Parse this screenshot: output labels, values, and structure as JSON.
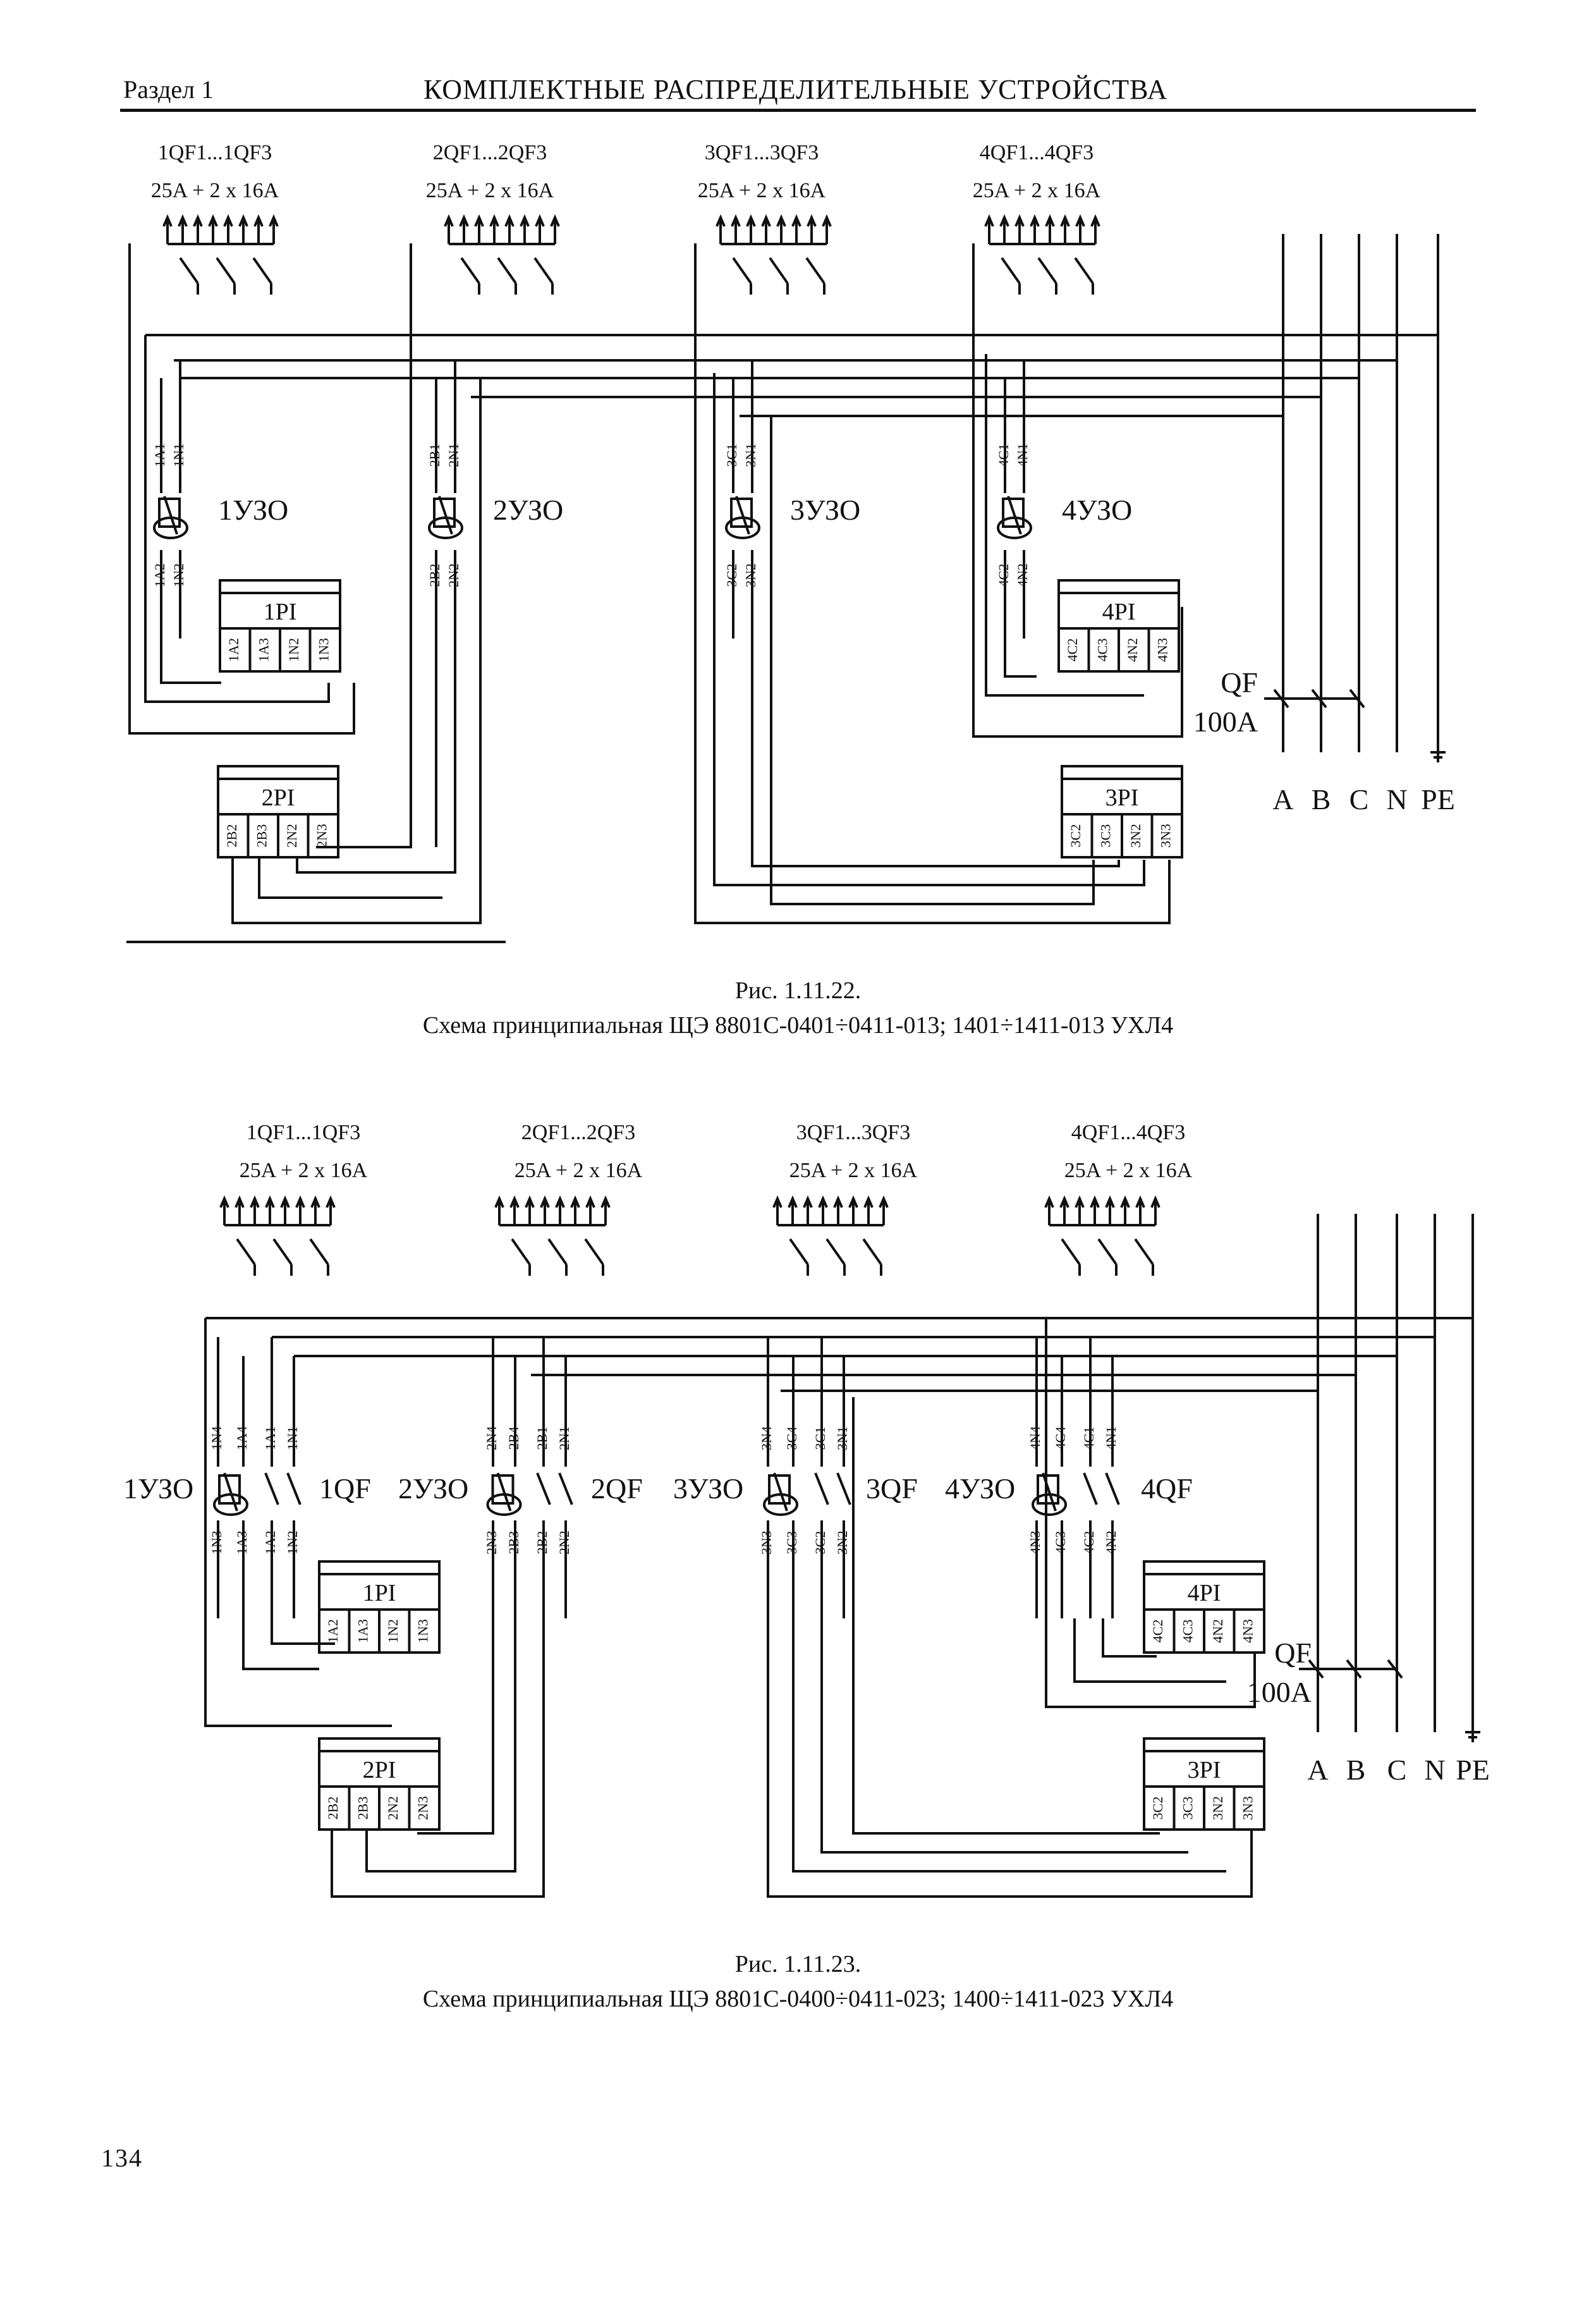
{
  "header": {
    "section": "Раздел 1",
    "title": "КОМПЛЕКТНЫЕ РАСПРЕДЕЛИТЕЛЬНЫЕ УСТРОЙСТВА"
  },
  "figure1": {
    "groups": [
      {
        "breakers": "1QF1...1QF3",
        "rating": "25A + 2 x 16A",
        "rcd": "1УЗО",
        "pi": "1PI",
        "wires": [
          "1A1",
          "1N1"
        ],
        "rcd_out": [
          "1A2",
          "1N2"
        ],
        "pi_terms": [
          "1A2",
          "1A3",
          "1N2",
          "1N3"
        ]
      },
      {
        "breakers": "2QF1...2QF3",
        "rating": "25A + 2 x 16A",
        "rcd": "2УЗО",
        "pi": "2PI",
        "wires": [
          "2B1",
          "2N1"
        ],
        "rcd_out": [
          "2B2",
          "2N2"
        ],
        "pi_terms": [
          "2B2",
          "2B3",
          "2N2",
          "2N3"
        ]
      },
      {
        "breakers": "3QF1...3QF3",
        "rating": "25A + 2 x 16A",
        "rcd": "3УЗО",
        "pi": "3PI",
        "wires": [
          "3C1",
          "3N1"
        ],
        "rcd_out": [
          "3C2",
          "3N2"
        ],
        "pi_terms": [
          "3C2",
          "3C3",
          "3N2",
          "3N3"
        ]
      },
      {
        "breakers": "4QF1...4QF3",
        "rating": "25A + 2 x 16A",
        "rcd": "4УЗО",
        "pi": "4PI",
        "wires": [
          "4C1",
          "4N1"
        ],
        "rcd_out": [
          "4C2",
          "4N2"
        ],
        "pi_terms": [
          "4C2",
          "4C3",
          "4N2",
          "4N3"
        ]
      }
    ],
    "main_breaker": "QF",
    "main_rating": "100A",
    "bus": [
      "A",
      "B",
      "C",
      "N",
      "PE"
    ],
    "caption_num": "Рис. 1.11.22.",
    "caption_text": "Схема принципиальная ЩЭ 8801С-0401÷0411-013; 1401÷1411-013 УХЛ4"
  },
  "figure2": {
    "groups": [
      {
        "breakers": "1QF1...1QF3",
        "rating": "25A + 2 x 16A",
        "rcd": "1УЗО",
        "qf": "1QF",
        "pi": "1PI",
        "wires_top": [
          "1N4",
          "1A4",
          "1A1",
          "1N1"
        ],
        "wires_bot": [
          "1N3",
          "1A3",
          "1A2",
          "1N2"
        ],
        "pi_terms": [
          "1A2",
          "1A3",
          "1N2",
          "1N3"
        ]
      },
      {
        "breakers": "2QF1...2QF3",
        "rating": "25A + 2 x 16A",
        "rcd": "2УЗО",
        "qf": "2QF",
        "pi": "2PI",
        "wires_top": [
          "2N4",
          "2B4",
          "2B1",
          "2N1"
        ],
        "wires_bot": [
          "2N3",
          "2B3",
          "2B2",
          "2N2"
        ],
        "pi_terms": [
          "2B2",
          "2B3",
          "2N2",
          "2N3"
        ]
      },
      {
        "breakers": "3QF1...3QF3",
        "rating": "25A + 2 x 16A",
        "rcd": "3УЗО",
        "qf": "3QF",
        "pi": "3PI",
        "wires_top": [
          "3N4",
          "3C4",
          "3C1",
          "3N1"
        ],
        "wires_bot": [
          "3N3",
          "3C3",
          "3C2",
          "3N2"
        ],
        "pi_terms": [
          "3C2",
          "3C3",
          "3N2",
          "3N3"
        ]
      },
      {
        "breakers": "4QF1...4QF3",
        "rating": "25A + 2 x 16A",
        "rcd": "4УЗО",
        "qf": "4QF",
        "pi": "4PI",
        "wires_top": [
          "4N4",
          "4C4",
          "4C1",
          "4N1"
        ],
        "wires_bot": [
          "4N3",
          "4C3",
          "4C2",
          "4N2"
        ],
        "pi_terms": [
          "4C2",
          "4C3",
          "4N2",
          "4N3"
        ]
      }
    ],
    "main_breaker": "QF",
    "main_rating": "100A",
    "bus": [
      "A",
      "B",
      "C",
      "N",
      "PE"
    ],
    "caption_num": "Рис. 1.11.23.",
    "caption_text": "Схема принципиальная ЩЭ 8801С-0400÷0411-023; 1400÷1411-023 УХЛ4"
  },
  "page_number": "134"
}
